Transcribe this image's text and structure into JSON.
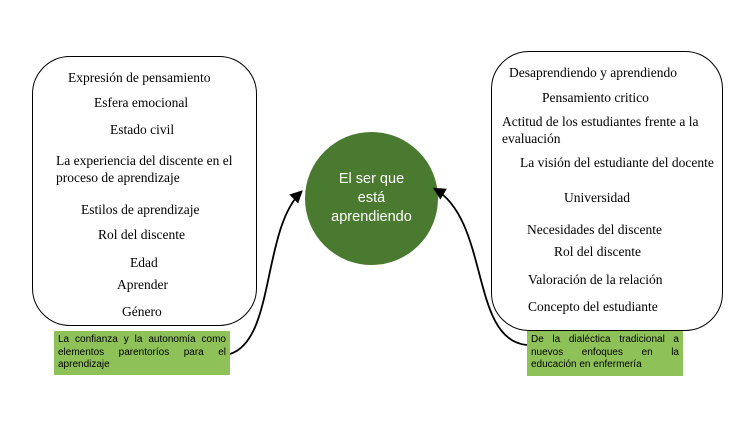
{
  "center": {
    "label": "El ser que está aprendiendo"
  },
  "left_box": {
    "items": [
      "Expresión de pensamiento",
      "Esfera emocional",
      "Estado civil",
      "La experiencia del discente en el proceso de aprendizaje",
      "Estilos de aprendizaje",
      "Rol del discente",
      "Edad",
      "Aprender",
      "Género"
    ]
  },
  "right_box": {
    "items": [
      "Desaprendiendo y aprendiendo",
      "Pensamiento critico",
      "Actitud de los estudiantes frente a la evaluación",
      "La visión del estudiante del docente",
      "Universidad",
      "Necesidades del discente",
      "Rol del discente",
      "Valoración de la relación",
      "Concepto del estudiante"
    ]
  },
  "notes": {
    "left": "La confianza y la autonomía como elementos parentoríos para el aprendizaje",
    "right": "De la dialéctica tradicional a nuevos enfoques en la educación en enfermería"
  },
  "colors": {
    "circle": "#4a7a2f",
    "note": "#8fc159"
  }
}
